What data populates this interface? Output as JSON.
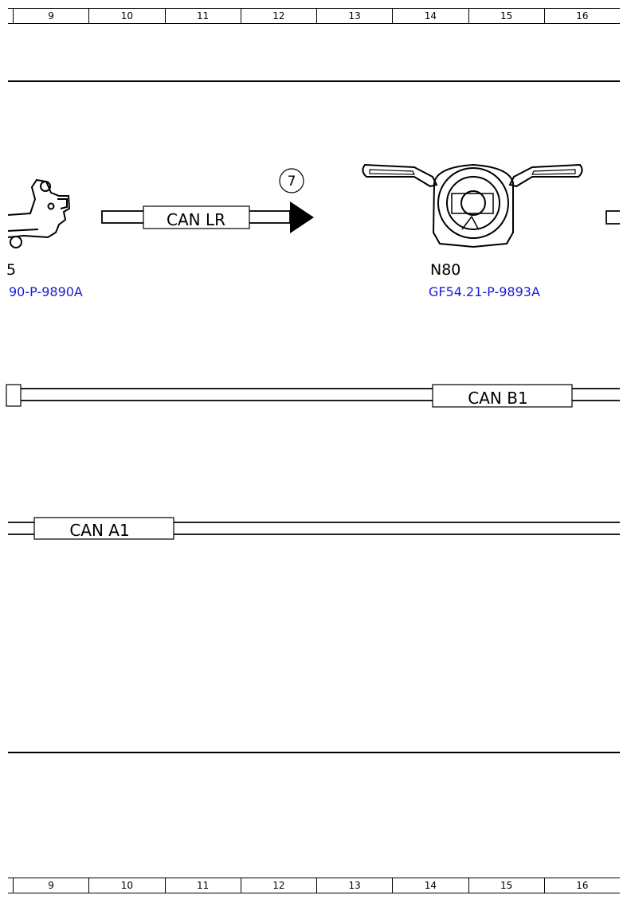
{
  "grid": {
    "columns": [
      "9",
      "10",
      "11",
      "12",
      "13",
      "14",
      "15",
      "16"
    ]
  },
  "components": {
    "left": {
      "label": "5",
      "doc": "90-P-9890A"
    },
    "n80": {
      "label": "N80",
      "doc": "GF54.21-P-9893A"
    }
  },
  "connections": {
    "marker": "7",
    "can_lr": "CAN LR",
    "can_b1": "CAN B1",
    "can_a1": "CAN A1"
  },
  "colors": {
    "link": "#1a1ad6",
    "line": "#000000"
  }
}
